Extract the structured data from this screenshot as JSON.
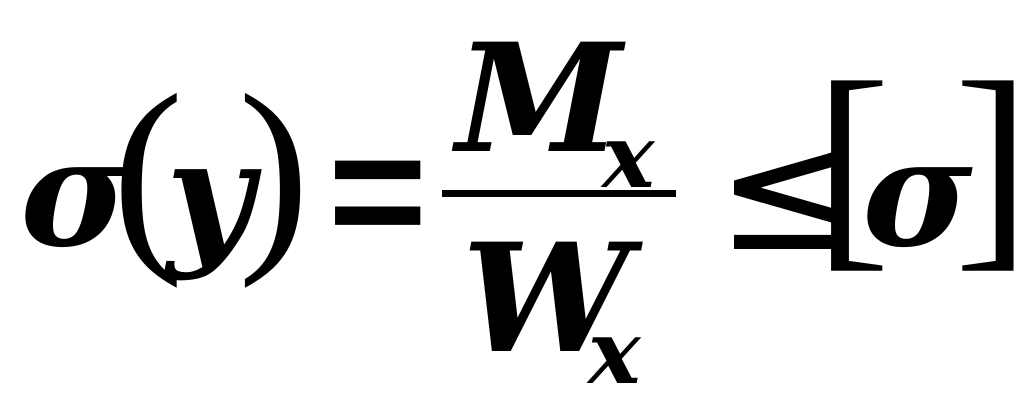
{
  "formula": {
    "lhs": {
      "symbol": "σ",
      "open_paren": "(",
      "argument": "y",
      "close_paren": ")"
    },
    "relation_equals": "=",
    "fraction": {
      "numerator": "M",
      "numerator_subscript": "x",
      "denominator": "W",
      "denominator_subscript": "x"
    },
    "relation_leq": "≤",
    "rhs": {
      "open_bracket": "[",
      "symbol": "σ",
      "close_bracket": "]"
    }
  }
}
